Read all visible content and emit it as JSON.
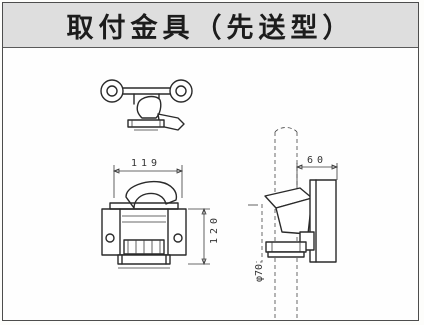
{
  "header": {
    "title": "取付金具（先送型）"
  },
  "dimensions": {
    "width_top": "119",
    "height_side": "120",
    "width_right": "60",
    "small_label": "φ70"
  },
  "colors": {
    "header_bg": "#dedede",
    "border": "#4d4d4d",
    "line": "#2a2a2a"
  }
}
